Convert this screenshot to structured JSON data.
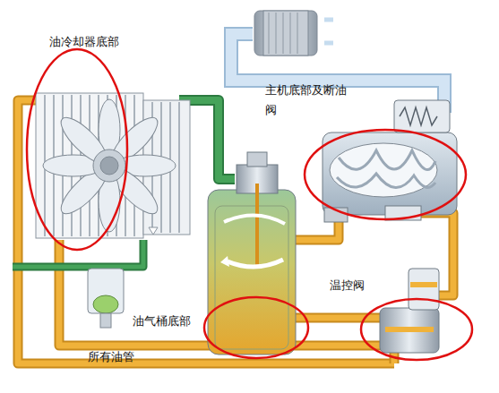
{
  "diagram": {
    "labels": [
      "油冷却器底部",
      "主机底部及断油阀",
      "温控阀",
      "油气桶底部",
      "所有油管"
    ]
  }
}
